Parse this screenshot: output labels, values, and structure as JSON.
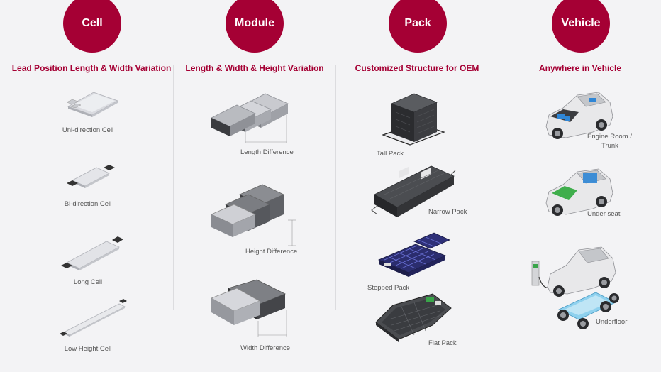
{
  "columns": [
    {
      "title": "Cell",
      "subtitle": "Lead Position Length & Width Variation",
      "items": [
        "Uni-direction Cell",
        "Bi-direction Cell",
        "Long Cell",
        "Low Height Cell"
      ]
    },
    {
      "title": "Module",
      "subtitle": "Length & Width & Height Variation",
      "items": [
        "Length Difference",
        "Height Difference",
        "Width Difference"
      ]
    },
    {
      "title": "Pack",
      "subtitle": "Customized Structure for OEM",
      "items": [
        "Tall Pack",
        "Narrow Pack",
        "Stepped Pack",
        "Flat Pack"
      ]
    },
    {
      "title": "Vehicle",
      "subtitle": "Anywhere in Vehicle",
      "items": [
        "Engine Room /",
        "Trunk",
        "Under seat",
        "Underfloor"
      ]
    }
  ],
  "colors": {
    "accent": "#a50034",
    "background": "#f3f3f5"
  }
}
